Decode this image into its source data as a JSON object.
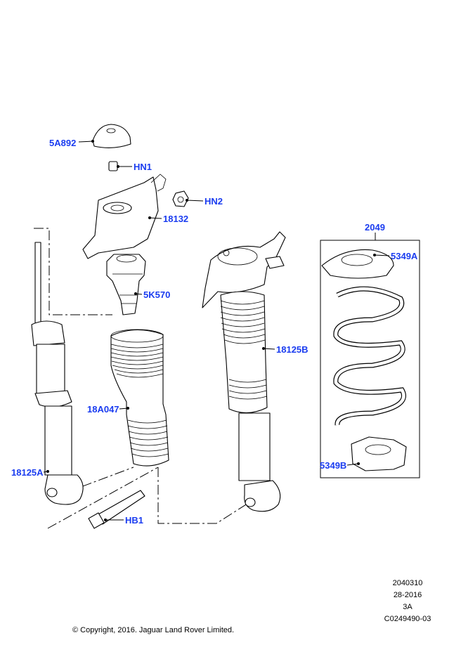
{
  "callouts": {
    "c5A892": "5A892",
    "HN1": "HN1",
    "HN2": "HN2",
    "c18132": "18132",
    "c5K570": "5K570",
    "c18A047": "18A047",
    "c18125A": "18125A",
    "HB1": "HB1",
    "c18125B": "18125B",
    "c2049": "2049",
    "c5349A": "5349A",
    "c5349B": "5349B"
  },
  "meta": {
    "illustration_number": "2040310",
    "group": "28-2016",
    "sheet": "3A",
    "catalog_code": "C0249490-03"
  },
  "copyright": "© Copyright, 2016. Jaguar Land Rover Limited.",
  "colors": {
    "callout": "#1a3cf0"
  }
}
